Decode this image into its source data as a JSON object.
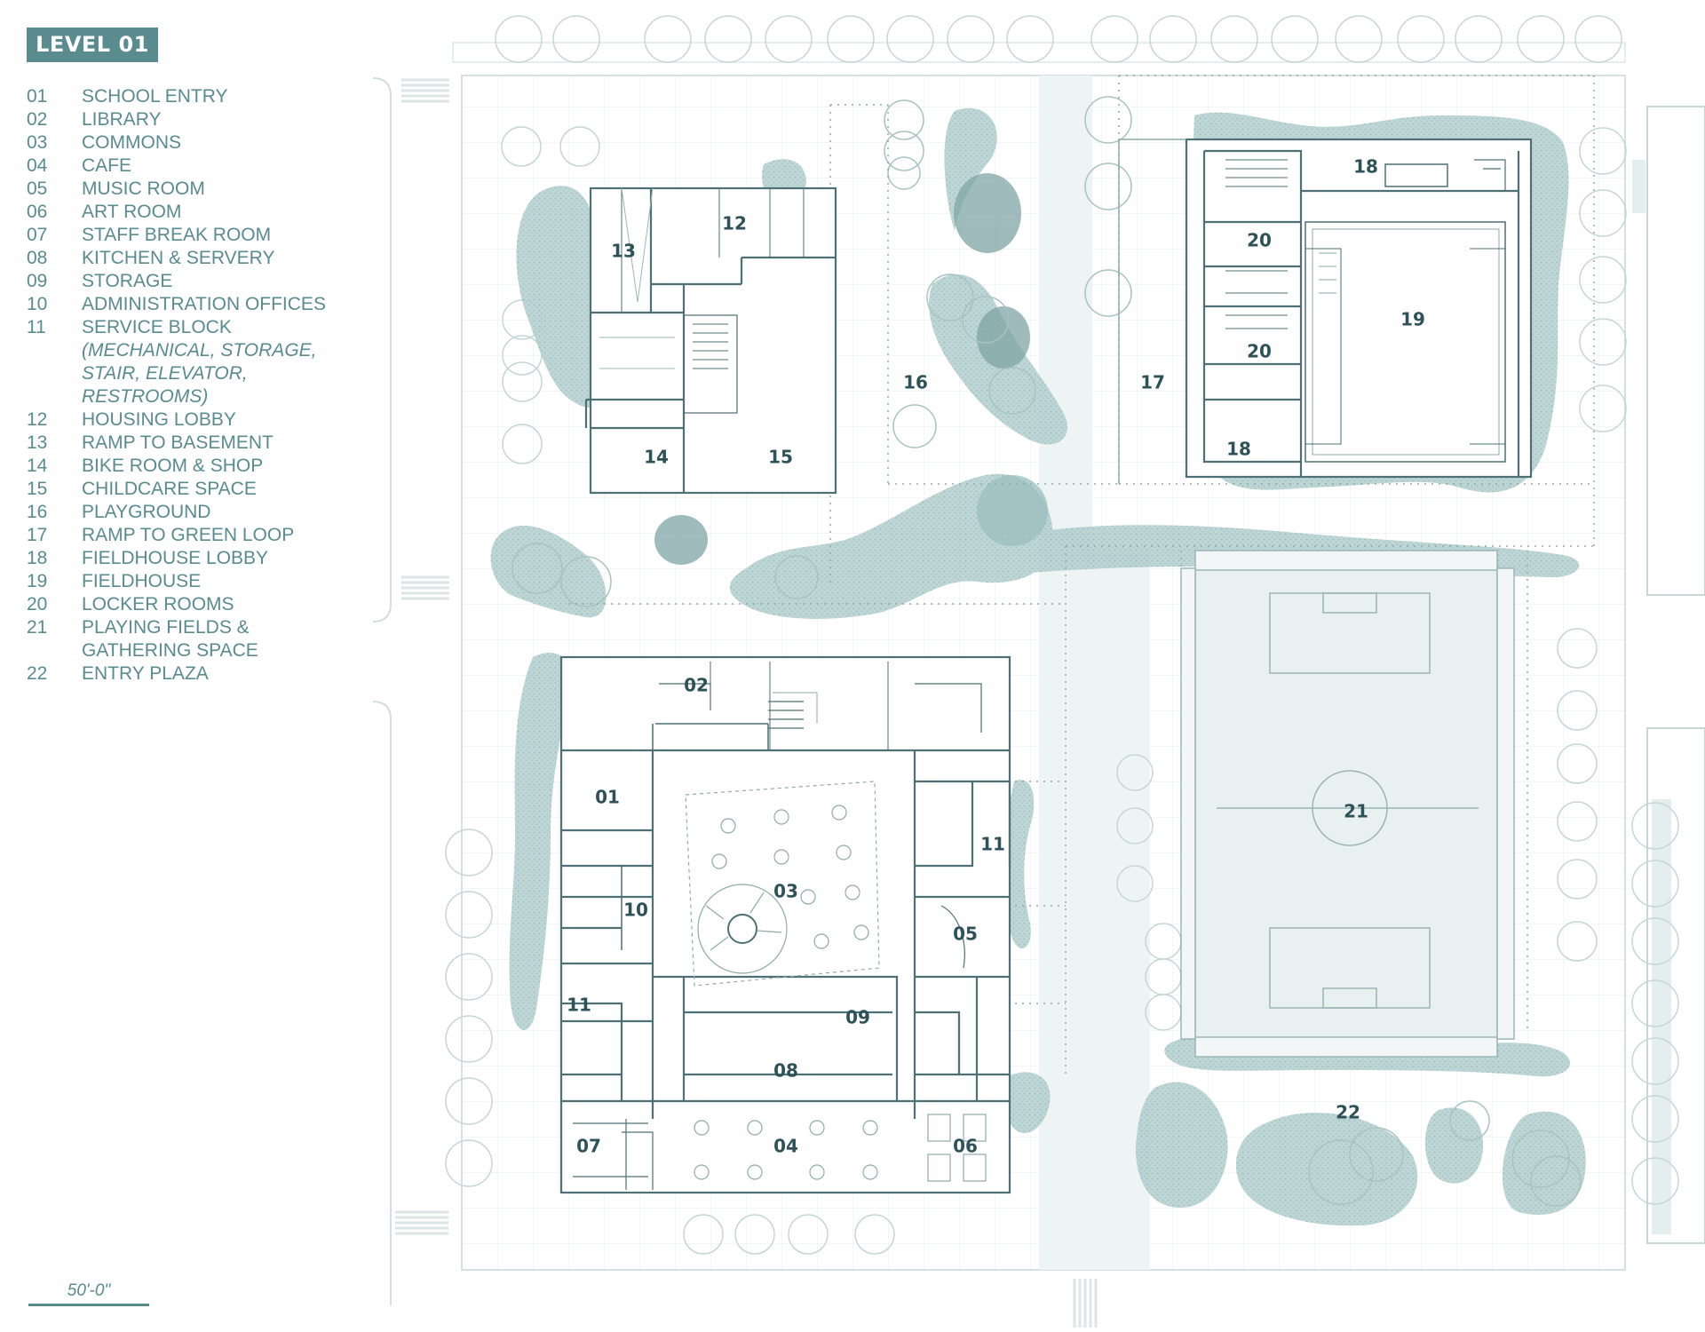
{
  "title": "LEVEL 01",
  "legend": [
    {
      "num": "01",
      "label": "SCHOOL ENTRY"
    },
    {
      "num": "02",
      "label": "LIBRARY"
    },
    {
      "num": "03",
      "label": "COMMONS"
    },
    {
      "num": "04",
      "label": "CAFE"
    },
    {
      "num": "05",
      "label": "MUSIC ROOM"
    },
    {
      "num": "06",
      "label": "ART ROOM"
    },
    {
      "num": "07",
      "label": "STAFF BREAK ROOM"
    },
    {
      "num": "08",
      "label": "KITCHEN & SERVERY"
    },
    {
      "num": "09",
      "label": "STORAGE"
    },
    {
      "num": "10",
      "label": "ADMINISTRATION OFFICES"
    },
    {
      "num": "11",
      "label": "SERVICE BLOCK",
      "sub": "(MECHANICAL, STORAGE,\nSTAIR, ELEVATOR,\nRESTROOMS)"
    },
    {
      "num": "12",
      "label": "HOUSING LOBBY"
    },
    {
      "num": "13",
      "label": "RAMP TO BASEMENT"
    },
    {
      "num": "14",
      "label": "BIKE ROOM & SHOP"
    },
    {
      "num": "15",
      "label": "CHILDCARE SPACE"
    },
    {
      "num": "16",
      "label": "PLAYGROUND"
    },
    {
      "num": "17",
      "label": "RAMP TO GREEN LOOP"
    },
    {
      "num": "18",
      "label": "FIELDHOUSE LOBBY"
    },
    {
      "num": "19",
      "label": "FIELDHOUSE"
    },
    {
      "num": "20",
      "label": "LOCKER ROOMS"
    },
    {
      "num": "21",
      "label": "PLAYING FIELDS &\nGATHERING SPACE"
    },
    {
      "num": "22",
      "label": "ENTRY PLAZA"
    }
  ],
  "scale_label": "50'-0\"",
  "plan_labels": {
    "r01": "01",
    "r02": "02",
    "r03": "03",
    "r04": "04",
    "r05": "05",
    "r06": "06",
    "r07": "07",
    "r08": "08",
    "r09": "09",
    "r10": "10",
    "r11a": "11",
    "r11b": "11",
    "r12": "12",
    "r13": "13",
    "r14": "14",
    "r15": "15",
    "r16": "16",
    "r17": "17",
    "r18a": "18",
    "r18b": "18",
    "r19": "19",
    "r20a": "20",
    "r20b": "20",
    "r21": "21",
    "r22": "22"
  },
  "colors": {
    "accent": "#5a8b8f",
    "label": "#2e5257",
    "greenery": "#9fc1c1",
    "line": "#7d9ea0"
  }
}
